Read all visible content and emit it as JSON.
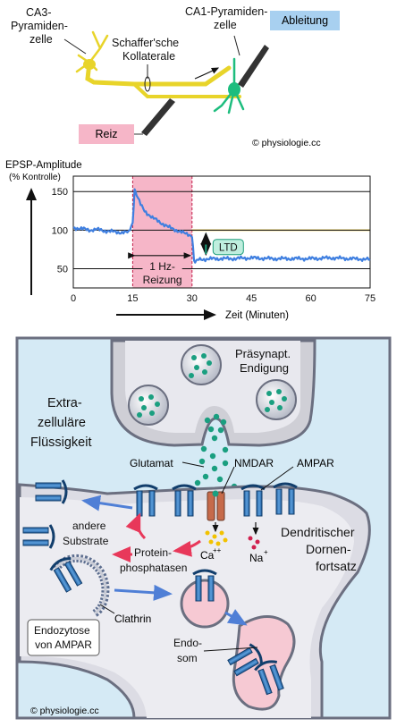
{
  "top": {
    "ca3_label": [
      "CA3-",
      "Pyramiden-",
      "zelle"
    ],
    "schaffer_label": [
      "Schaffer'sche",
      "Kollaterale"
    ],
    "ca1_label": [
      "CA1-Pyramiden-",
      "zelle"
    ],
    "ableitung": "Ableitung",
    "reiz": "Reiz",
    "copyright": "© physiologie.cc"
  },
  "chart": {
    "ylabel_line1": "EPSP-Amplitude",
    "ylabel_line2": "(% Kontrolle)",
    "xlabel": "Zeit (Minuten)",
    "stim_label_1": "1 Hz-",
    "stim_label_2": "Reizung",
    "ltd_label": "LTD"
  },
  "chart_data": {
    "type": "line",
    "xlabel": "Zeit (Minuten)",
    "ylabel": "EPSP-Amplitude (% Kontrolle)",
    "xlim": [
      0,
      75
    ],
    "ylim": [
      25,
      170
    ],
    "xticks": [
      0,
      15,
      30,
      45,
      60,
      75
    ],
    "yticks": [
      50,
      100,
      150
    ],
    "stimulation_window": [
      15,
      30
    ],
    "reference_line": 100,
    "series": [
      {
        "x": [
          0,
          2,
          4,
          6,
          8,
          10,
          12,
          14,
          15,
          15.5,
          16,
          17,
          18,
          20,
          22,
          24,
          26,
          28,
          30,
          30.5,
          32,
          36,
          40,
          45,
          50,
          55,
          60,
          65,
          70,
          75
        ],
        "y": [
          103,
          102,
          100,
          101,
          99,
          98,
          97,
          97,
          110,
          152,
          146,
          133,
          125,
          116,
          110,
          104,
          100,
          96,
          93,
          60,
          62,
          63,
          63,
          64,
          63,
          63,
          63,
          64,
          63,
          62
        ]
      }
    ]
  },
  "synapse": {
    "praesynapt": [
      "Präsynapt.",
      "Endigung"
    ],
    "extrazellulaer": [
      "Extra-",
      "zelluläre",
      "Flüssigkeit"
    ],
    "glutamat": "Glutamat",
    "nmdar": "NMDAR",
    "ampar": "AMPAR",
    "andere_substrate": [
      "andere",
      "Substrate"
    ],
    "protein_phosphatasen": [
      "Protein-",
      "phosphatasen"
    ],
    "ca": "Ca",
    "ca_charge": "++",
    "na": "Na",
    "na_charge": "+",
    "dendritischer": [
      "Dendritischer",
      "Dornen-",
      "fortsatz"
    ],
    "clathrin": "Clathrin",
    "endozytose": [
      "Endozytose",
      "von AMPAR"
    ],
    "endosom": [
      "Endo-",
      "som"
    ],
    "copyright": "© physiologie.cc"
  }
}
